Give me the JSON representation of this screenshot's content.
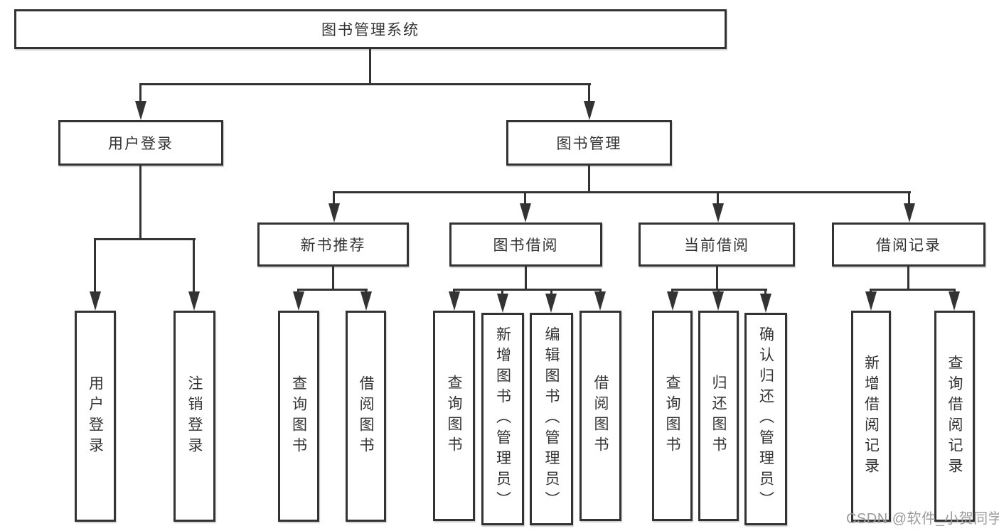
{
  "colors": {
    "line": "#333333",
    "text": "#333333",
    "background": "#ffffff",
    "watermark": "#9b9b9b"
  },
  "watermark": {
    "text": "CSDN @软件_小贺同学"
  },
  "tree": {
    "root": {
      "label": "图书管理系统",
      "children": [
        {
          "label": "用户登录",
          "children": [
            {
              "label": "用户登录"
            },
            {
              "label": "注销登录"
            }
          ]
        },
        {
          "label": "图书管理",
          "children": [
            {
              "label": "新书推荐",
              "children": [
                {
                  "label": "查询图书"
                },
                {
                  "label": "借阅图书"
                }
              ]
            },
            {
              "label": "图书借阅",
              "children": [
                {
                  "label": "查询图书"
                },
                {
                  "label": "新增图书（管理员）"
                },
                {
                  "label": "编辑图书（管理员）"
                },
                {
                  "label": "借阅图书"
                }
              ]
            },
            {
              "label": "当前借阅",
              "children": [
                {
                  "label": "查询图书"
                },
                {
                  "label": "归还图书"
                },
                {
                  "label": "确认归还（管理员）"
                }
              ]
            },
            {
              "label": "借阅记录",
              "children": [
                {
                  "label": "新增借阅记录"
                },
                {
                  "label": "查询借阅记录"
                }
              ]
            }
          ]
        }
      ]
    }
  }
}
